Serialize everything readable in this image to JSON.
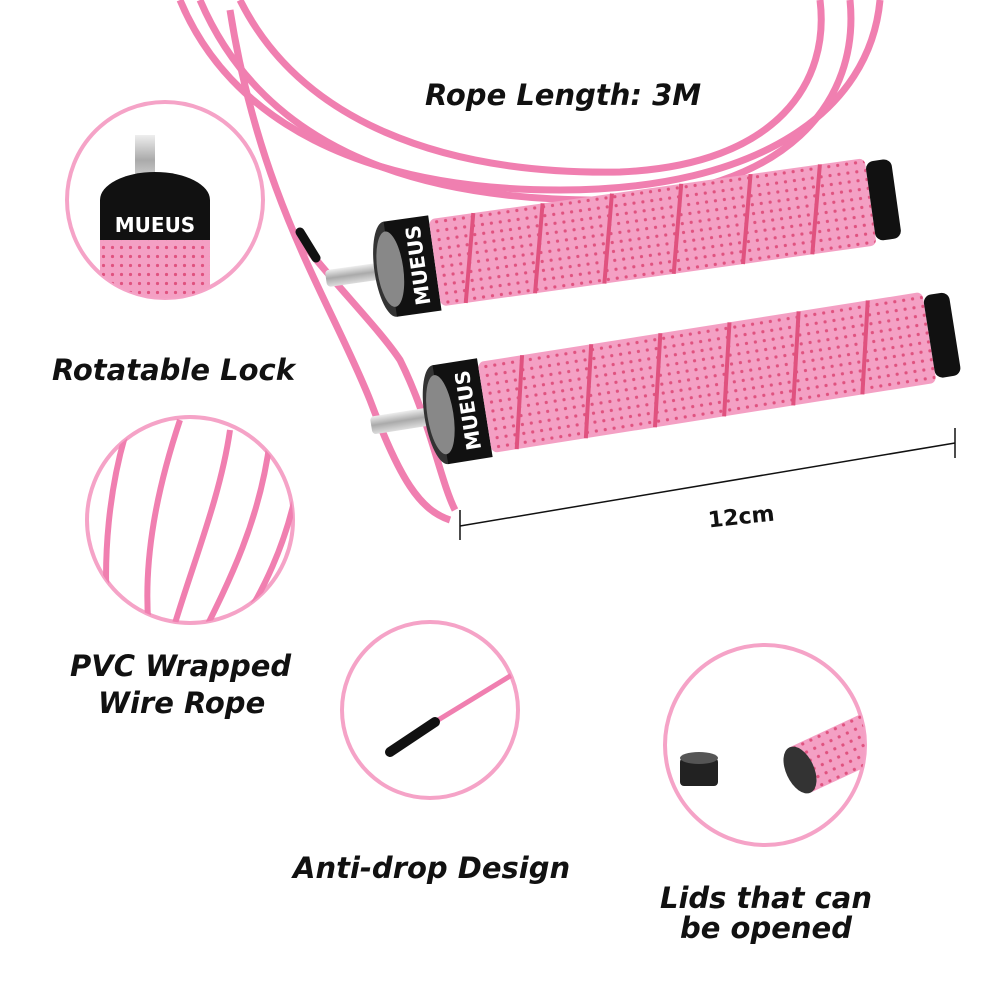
{
  "labels": {
    "rope_length": "Rope Length: 3M",
    "rotatable_lock": "Rotatable Lock",
    "pvc_line1": "PVC Wrapped",
    "pvc_line2": "Wire Rope",
    "anti_drop": "Anti-drop Design",
    "lids_line1": "Lids that can",
    "lids_line2": "be opened",
    "handle_length": "12cm"
  },
  "brand": "MUEUS",
  "colors": {
    "rope_pink": "#f07fb0",
    "grip_pink": "#f28ab8",
    "grip_stripe": "#e0527f",
    "circle_border": "#f5a3c7",
    "cap_black": "#111111",
    "steel": "#c9c9c9"
  }
}
